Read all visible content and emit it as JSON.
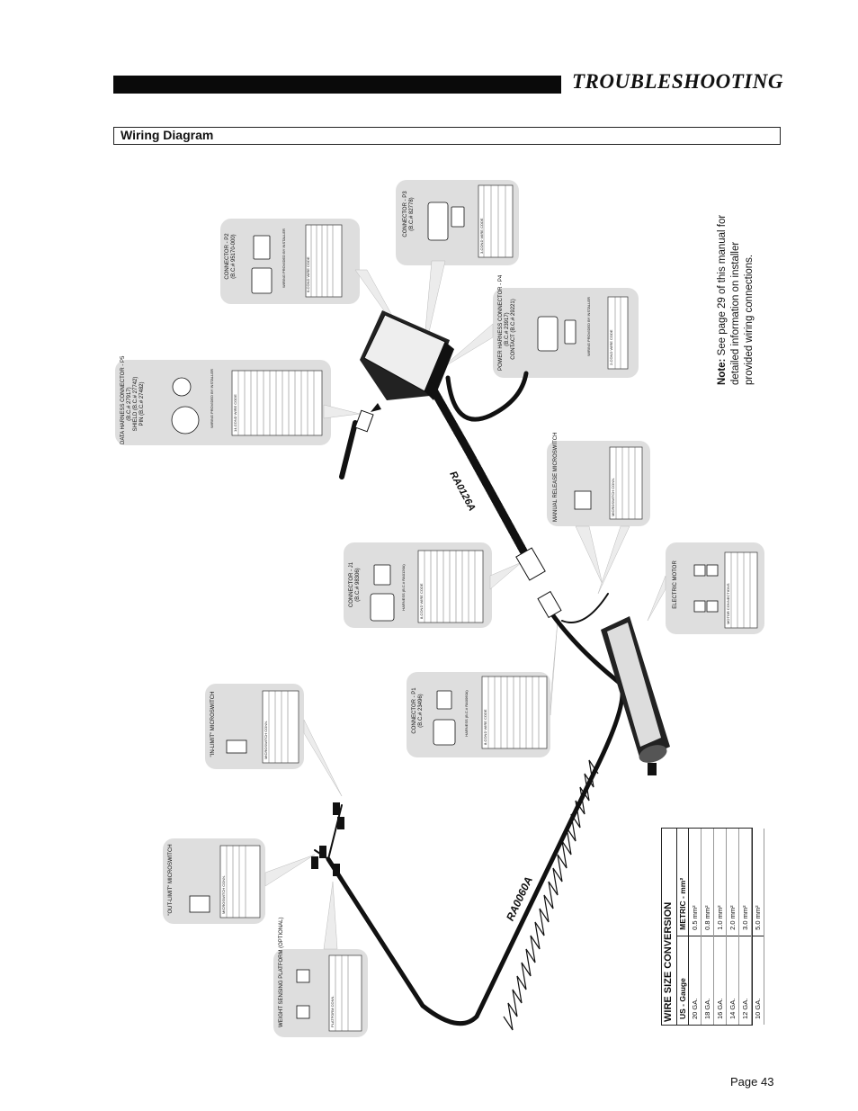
{
  "header": {
    "title": "TROUBLESHOOTING"
  },
  "section": {
    "title": "Wiring Diagram"
  },
  "page_number": "Page 43",
  "note": {
    "label": "Note:",
    "text": "See page 29 of this manual for detailed information on installer provided wiring connections."
  },
  "cable_labels": {
    "ra1": "RA0126A",
    "ra2": "RA0060A"
  },
  "wire_size_conversion": {
    "title": "WIRE SIZE CONVERSION",
    "headers": [
      "US - Gauge",
      "METRIC - mm²"
    ],
    "rows": [
      [
        "20 GA.",
        "0.5 mm²"
      ],
      [
        "18 GA.",
        "0.8 mm²"
      ],
      [
        "16 GA.",
        "1.0 mm²"
      ],
      [
        "14 GA.",
        "2.0 mm²"
      ],
      [
        "12 GA.",
        "3.0 mm²"
      ],
      [
        "10 GA.",
        "5.0 mm²"
      ]
    ]
  },
  "callouts": {
    "p2": {
      "title": "CONNECTOR - P2",
      "part": "(B.C.# 95170-000)",
      "sub": "WIRING PROVIDED BY INSTALLER",
      "table_title": "6-COND WIRE CODE"
    },
    "p3": {
      "title": "CONNECTOR - P3",
      "part": "(B.C.# 82778)",
      "table_title": "3-COND WIRE CODE"
    },
    "p4": {
      "title": "POWER HARNESS CONNECTOR - P4",
      "part": "(B.C.# 23917)",
      "contact": "CONTACT (B.C.# 29221)",
      "sub": "WIRING PROVIDED BY INSTALLER",
      "table_title": "2-COND WIRE CODE"
    },
    "p5": {
      "title": "DATA HARNESS CONNECTOR - P5",
      "part": "(B.C.# 27917)",
      "shield": "SHIELD (B.C.# 27742)",
      "pin": "PIN (B.C.# 27482)",
      "sub": "WIRING PROVIDED BY INSTALLER",
      "table_title": "14-COND WIRE CODE"
    },
    "j1": {
      "title": "CONNECTOR - J1",
      "part": "(B.C.# 98306)",
      "harness": "HARNESS (B.C.# RA0126A)",
      "table_title": "8-COND WIRE CODE"
    },
    "p1": {
      "title": "CONNECTOR - P1",
      "part": "(B.C.# 23496)",
      "harness": "HARNESS (B.C.# RA0060A)",
      "table_title": "8-COND WIRE CODE"
    },
    "manual_release": {
      "title": "MANUAL RELEASE MICROSWITCH",
      "table_title": "MICROSWITCH CONN."
    },
    "in_limit": {
      "title": "\"IN-LIMIT\" MICROSWITCH",
      "table_title": "MICROSWITCH CONN."
    },
    "out_limit": {
      "title": "\"OUT-LIMIT\" MICROSWITCH",
      "table_title": "MICROSWITCH CONN."
    },
    "weight": {
      "title": "WEIGHT SENSING PLATFORM (OPTIONAL)",
      "table_title": "PLATFORM CONN."
    },
    "motor": {
      "title": "ELECTRIC MOTOR",
      "table_title": "MOTOR CONNECTIONS"
    }
  },
  "colors": {
    "ink": "#111111",
    "callout_fill": "#dedede",
    "header_bar": "#0a0a0a"
  }
}
